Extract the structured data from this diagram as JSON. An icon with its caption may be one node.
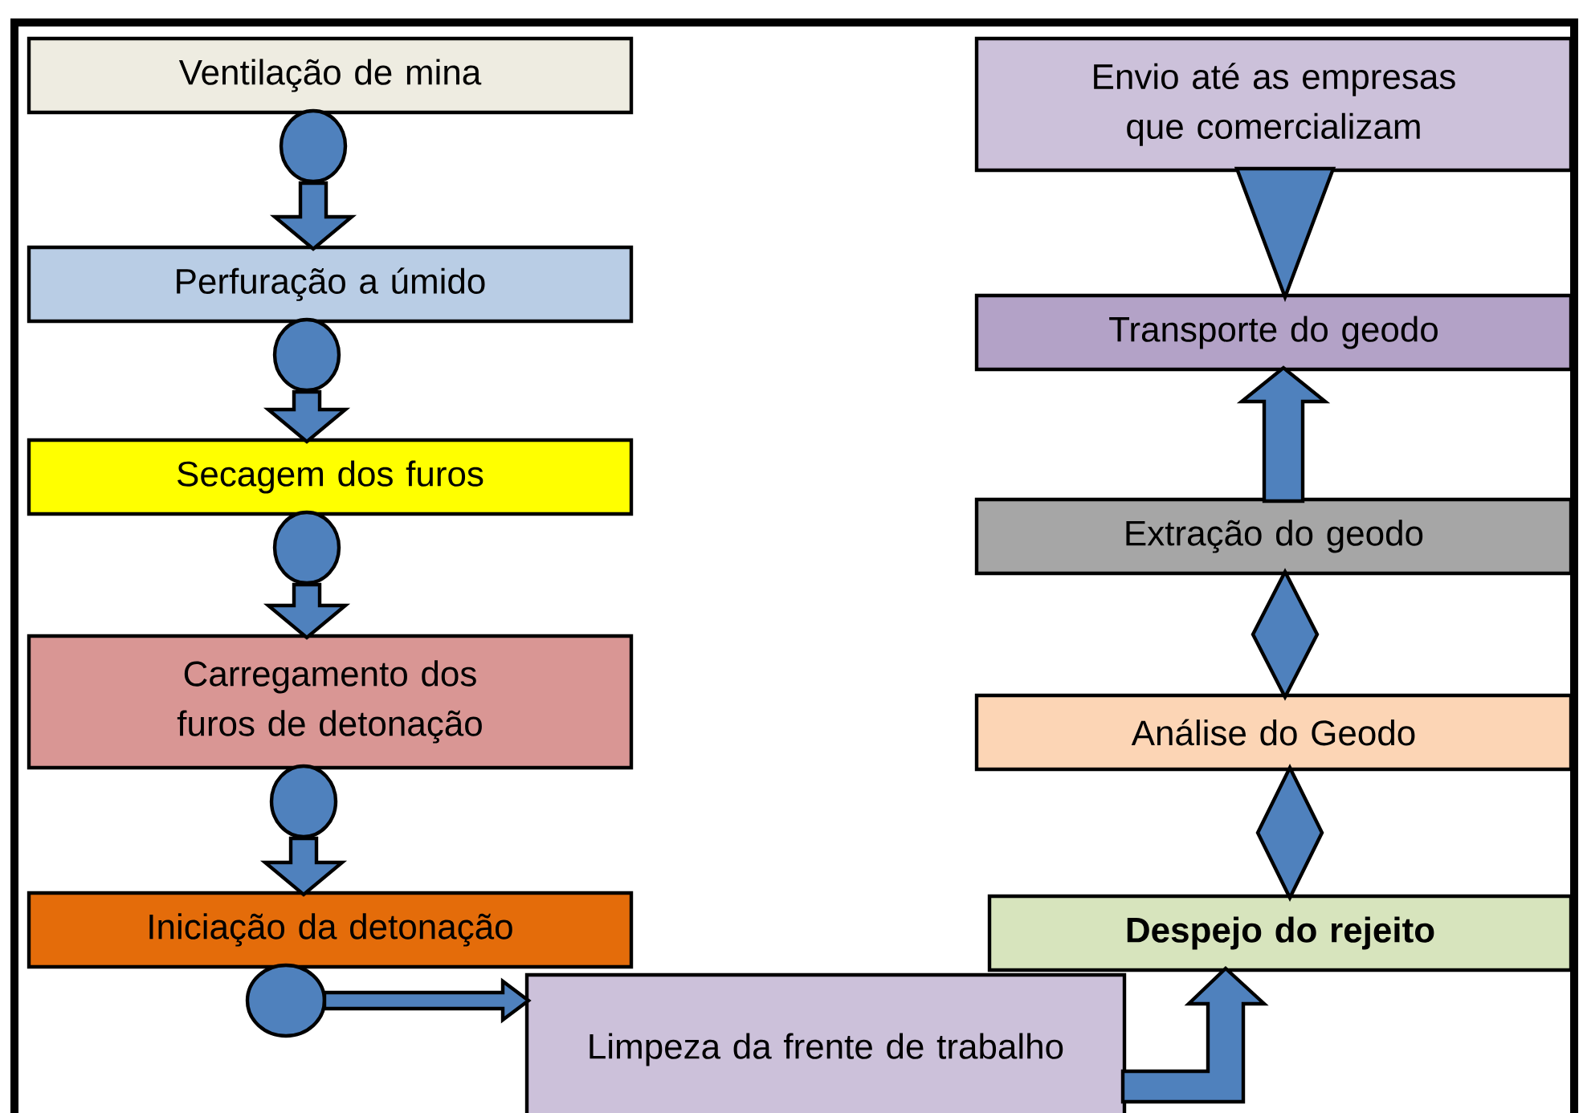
{
  "diagram": {
    "nodes": [
      {
        "text": [
          "Ventilação de mina"
        ]
      },
      {
        "text": [
          "Perfuração a úmido"
        ]
      },
      {
        "text": [
          "Secagem dos furos"
        ]
      },
      {
        "text": [
          "Carregamento dos furos de detonação"
        ]
      },
      {
        "text": [
          "Iniciação da detonação"
        ]
      },
      {
        "text": [
          "Envio até as empresas que comercializam"
        ]
      },
      {
        "text": [
          "Transporte do geodo"
        ]
      },
      {
        "text": [
          "Extração do geodo"
        ]
      },
      {
        "text": [
          "Análise do Geodo"
        ]
      },
      {
        "text": [
          "Despejo do rejeito"
        ]
      },
      {
        "text": [
          "Limpeza da frente de trabalho"
        ]
      }
    ],
    "edges": [
      {
        "from": 0,
        "to": 1,
        "arrow": "to"
      },
      {
        "from": 1,
        "to": 2,
        "arrow": "to"
      },
      {
        "from": 2,
        "to": 3,
        "arrow": "to"
      },
      {
        "from": 3,
        "to": 4,
        "arrow": "to"
      },
      {
        "from": 4,
        "to": 10,
        "arrow": "to"
      },
      {
        "from": 10,
        "to": 9,
        "arrow": "to"
      },
      {
        "from": 9,
        "to": 8,
        "arrow": "both"
      },
      {
        "from": 8,
        "to": 7,
        "arrow": "both"
      },
      {
        "from": 7,
        "to": 6,
        "arrow": "to"
      },
      {
        "from": 5,
        "to": 6,
        "arrow": "to"
      }
    ]
  }
}
